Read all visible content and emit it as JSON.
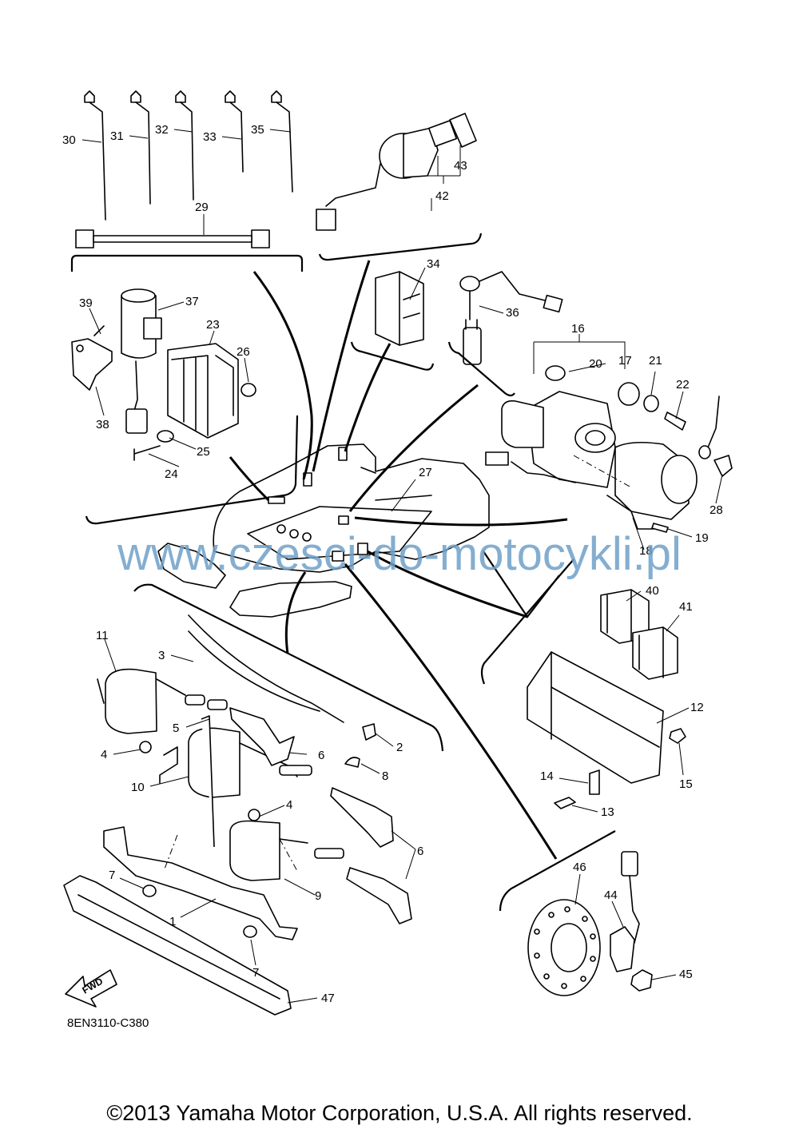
{
  "diagram": {
    "watermark": "www.czesci-do-motocykli.pl",
    "doc_code": "8EN3110-C380",
    "copyright": "©2013 Yamaha Motor Corporation, U.S.A. All rights reserved.",
    "fwd_label": "FWD",
    "callouts": {
      "c1": "1",
      "c2": "2",
      "c3": "3",
      "c4a": "4",
      "c4b": "4",
      "c5": "5",
      "c6a": "6",
      "c6b": "6",
      "c7a": "7",
      "c7b": "7",
      "c8": "8",
      "c9": "9",
      "c10": "10",
      "c11": "11",
      "c12": "12",
      "c13": "13",
      "c14": "14",
      "c15": "15",
      "c16": "16",
      "c17": "17",
      "c18": "18",
      "c19": "19",
      "c20": "20",
      "c21": "21",
      "c22": "22",
      "c23": "23",
      "c24": "24",
      "c25": "25",
      "c26": "26",
      "c27": "27",
      "c28": "28",
      "c29": "29",
      "c30": "30",
      "c31": "31",
      "c32": "32",
      "c33": "33",
      "c34": "34",
      "c35": "35",
      "c36": "36",
      "c37": "37",
      "c38": "38",
      "c39": "39",
      "c40": "40",
      "c41": "41",
      "c42": "42",
      "c43": "43",
      "c44": "44",
      "c45": "45",
      "c46": "46",
      "c47": "47"
    }
  }
}
